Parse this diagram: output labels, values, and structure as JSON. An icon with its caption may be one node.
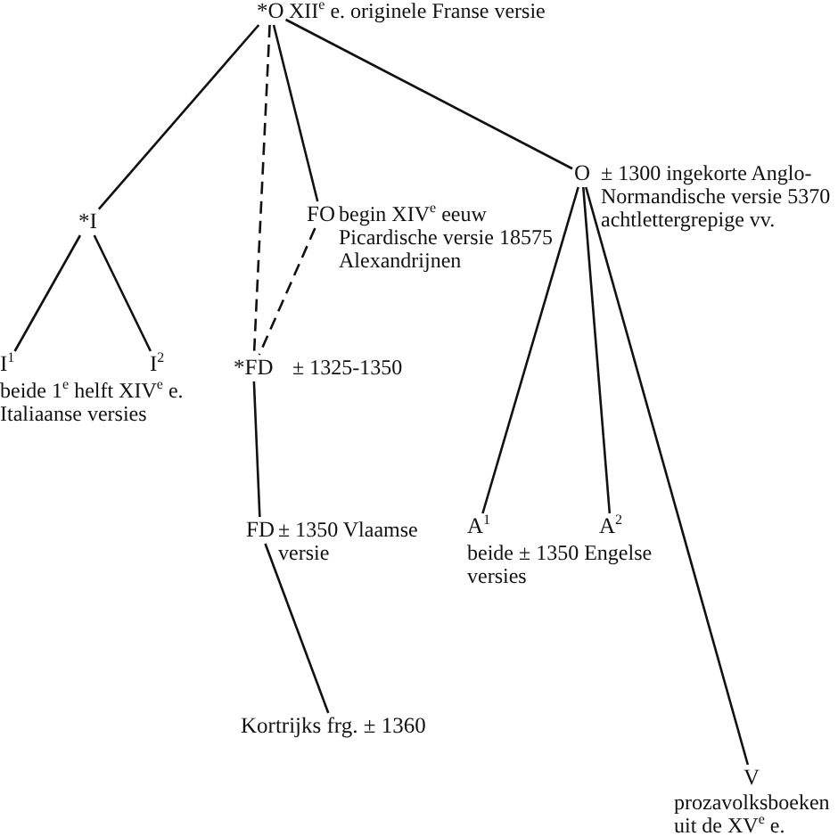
{
  "diagram": {
    "nodes": [
      {
        "text": [
          "*O"
        ],
        "beside": [
          "XII$^{e}$ e. originele Franse versie"
        ]
      },
      {
        "text": [
          "*I"
        ]
      },
      {
        "text": [
          "FO"
        ],
        "beside": [
          "begin XIV$^{e}$ eeuw Picardische versie 18575 Alexandrijnen"
        ]
      },
      {
        "text": [
          "O"
        ],
        "beside": [
          "± 1300 ingekorte Anglo-Normandische versie 5370 achtlettergrepige vv."
        ]
      },
      {
        "text": [
          "I$^{1}$"
        ]
      },
      {
        "text": [
          "I$^{2}$"
        ]
      },
      {
        "text": [
          "*FD"
        ],
        "beside": [
          "± 1325-1350"
        ]
      },
      {
        "text": [
          "FD"
        ],
        "beside": [
          "± 1350 Vlaamse versie"
        ]
      },
      {
        "text": [
          "Kortrijks frg. ± 1360"
        ]
      },
      {
        "text": [
          "A$^{1}$"
        ]
      },
      {
        "text": [
          "A$^{2}$"
        ]
      },
      {
        "text": [
          "V"
        ],
        "beside": [
          "prozavolksboeken uit de XV$^{e}$ e."
        ]
      }
    ],
    "edges": [
      {
        "from": 0,
        "to": 1,
        "arrow": "none"
      },
      {
        "from": 0,
        "to": 6,
        "arrow": "none",
        "style": "dashed"
      },
      {
        "from": 0,
        "to": 2,
        "arrow": "none"
      },
      {
        "from": 2,
        "to": 6,
        "arrow": "none",
        "style": "dashed"
      },
      {
        "from": 0,
        "to": 3,
        "arrow": "none"
      },
      {
        "from": 1,
        "to": 4,
        "arrow": "none"
      },
      {
        "from": 1,
        "to": 5,
        "arrow": "none"
      },
      {
        "from": 6,
        "to": 7,
        "arrow": "none"
      },
      {
        "from": 7,
        "to": 8,
        "arrow": "none"
      },
      {
        "from": 3,
        "to": 9,
        "arrow": "none"
      },
      {
        "from": 3,
        "to": 10,
        "arrow": "none"
      },
      {
        "from": 3,
        "to": 11,
        "arrow": "none"
      }
    ],
    "labels": [
      "beide 1$^{e}$ helft XIV$^{e}$ e. Italiaanse versies",
      "beide ± 1350 Engelse versies"
    ]
  }
}
